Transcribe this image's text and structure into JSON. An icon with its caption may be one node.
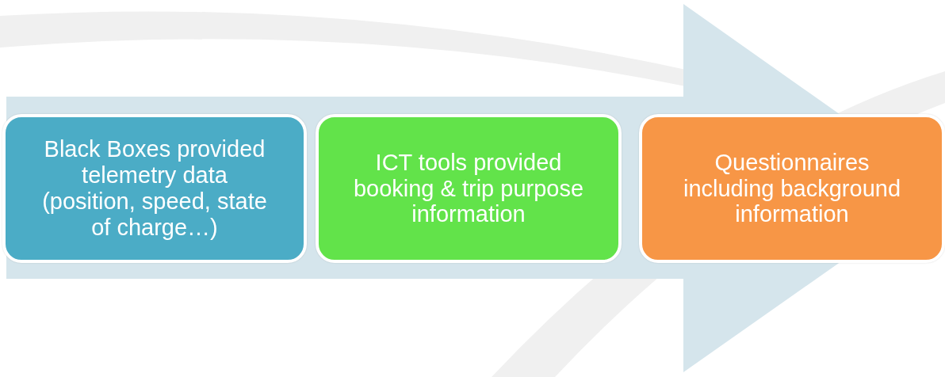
{
  "diagram": {
    "nodes": [
      {
        "text": [
          "Black Boxes provided telemetry data (position, speed, state of charge…)"
        ]
      },
      {
        "text": [
          "ICT tools provided booking & trip purpose information"
        ]
      },
      {
        "text": [
          "Questionnaires including background information"
        ]
      }
    ],
    "edges": [
      {
        "from": 0,
        "to": 2,
        "arrow": "to"
      }
    ]
  }
}
